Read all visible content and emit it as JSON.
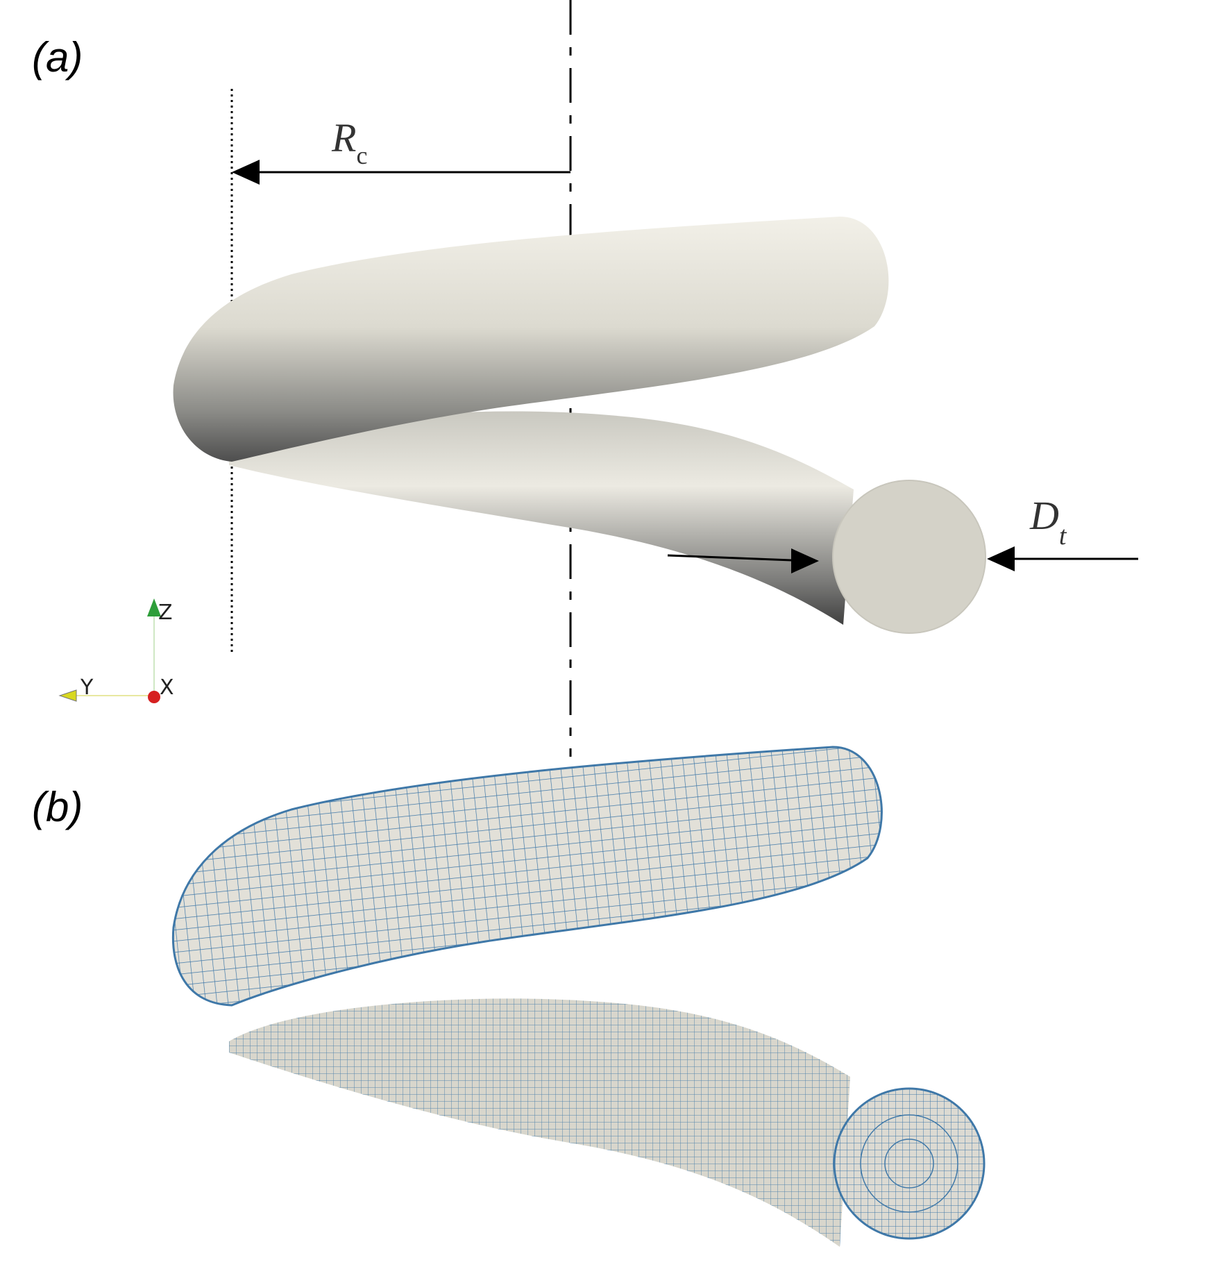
{
  "panels": {
    "a_label": "(a)",
    "b_label": "(b)"
  },
  "dimensions": {
    "coil_radius_symbol": "R",
    "coil_radius_subscript": "c",
    "tube_diameter_symbol": "D",
    "tube_diameter_subscript": "t"
  },
  "axes_triad": {
    "z": "Z",
    "y": "Y",
    "x": "X",
    "colors": {
      "z": "#2e9e3a",
      "y": "#d8d820",
      "x": "#d62020"
    }
  },
  "colors": {
    "tube_light": "#e6e4dc",
    "tube_dark": "#505050",
    "tube_face": "#d4d2c8",
    "mesh_line": "#3f78a8"
  }
}
